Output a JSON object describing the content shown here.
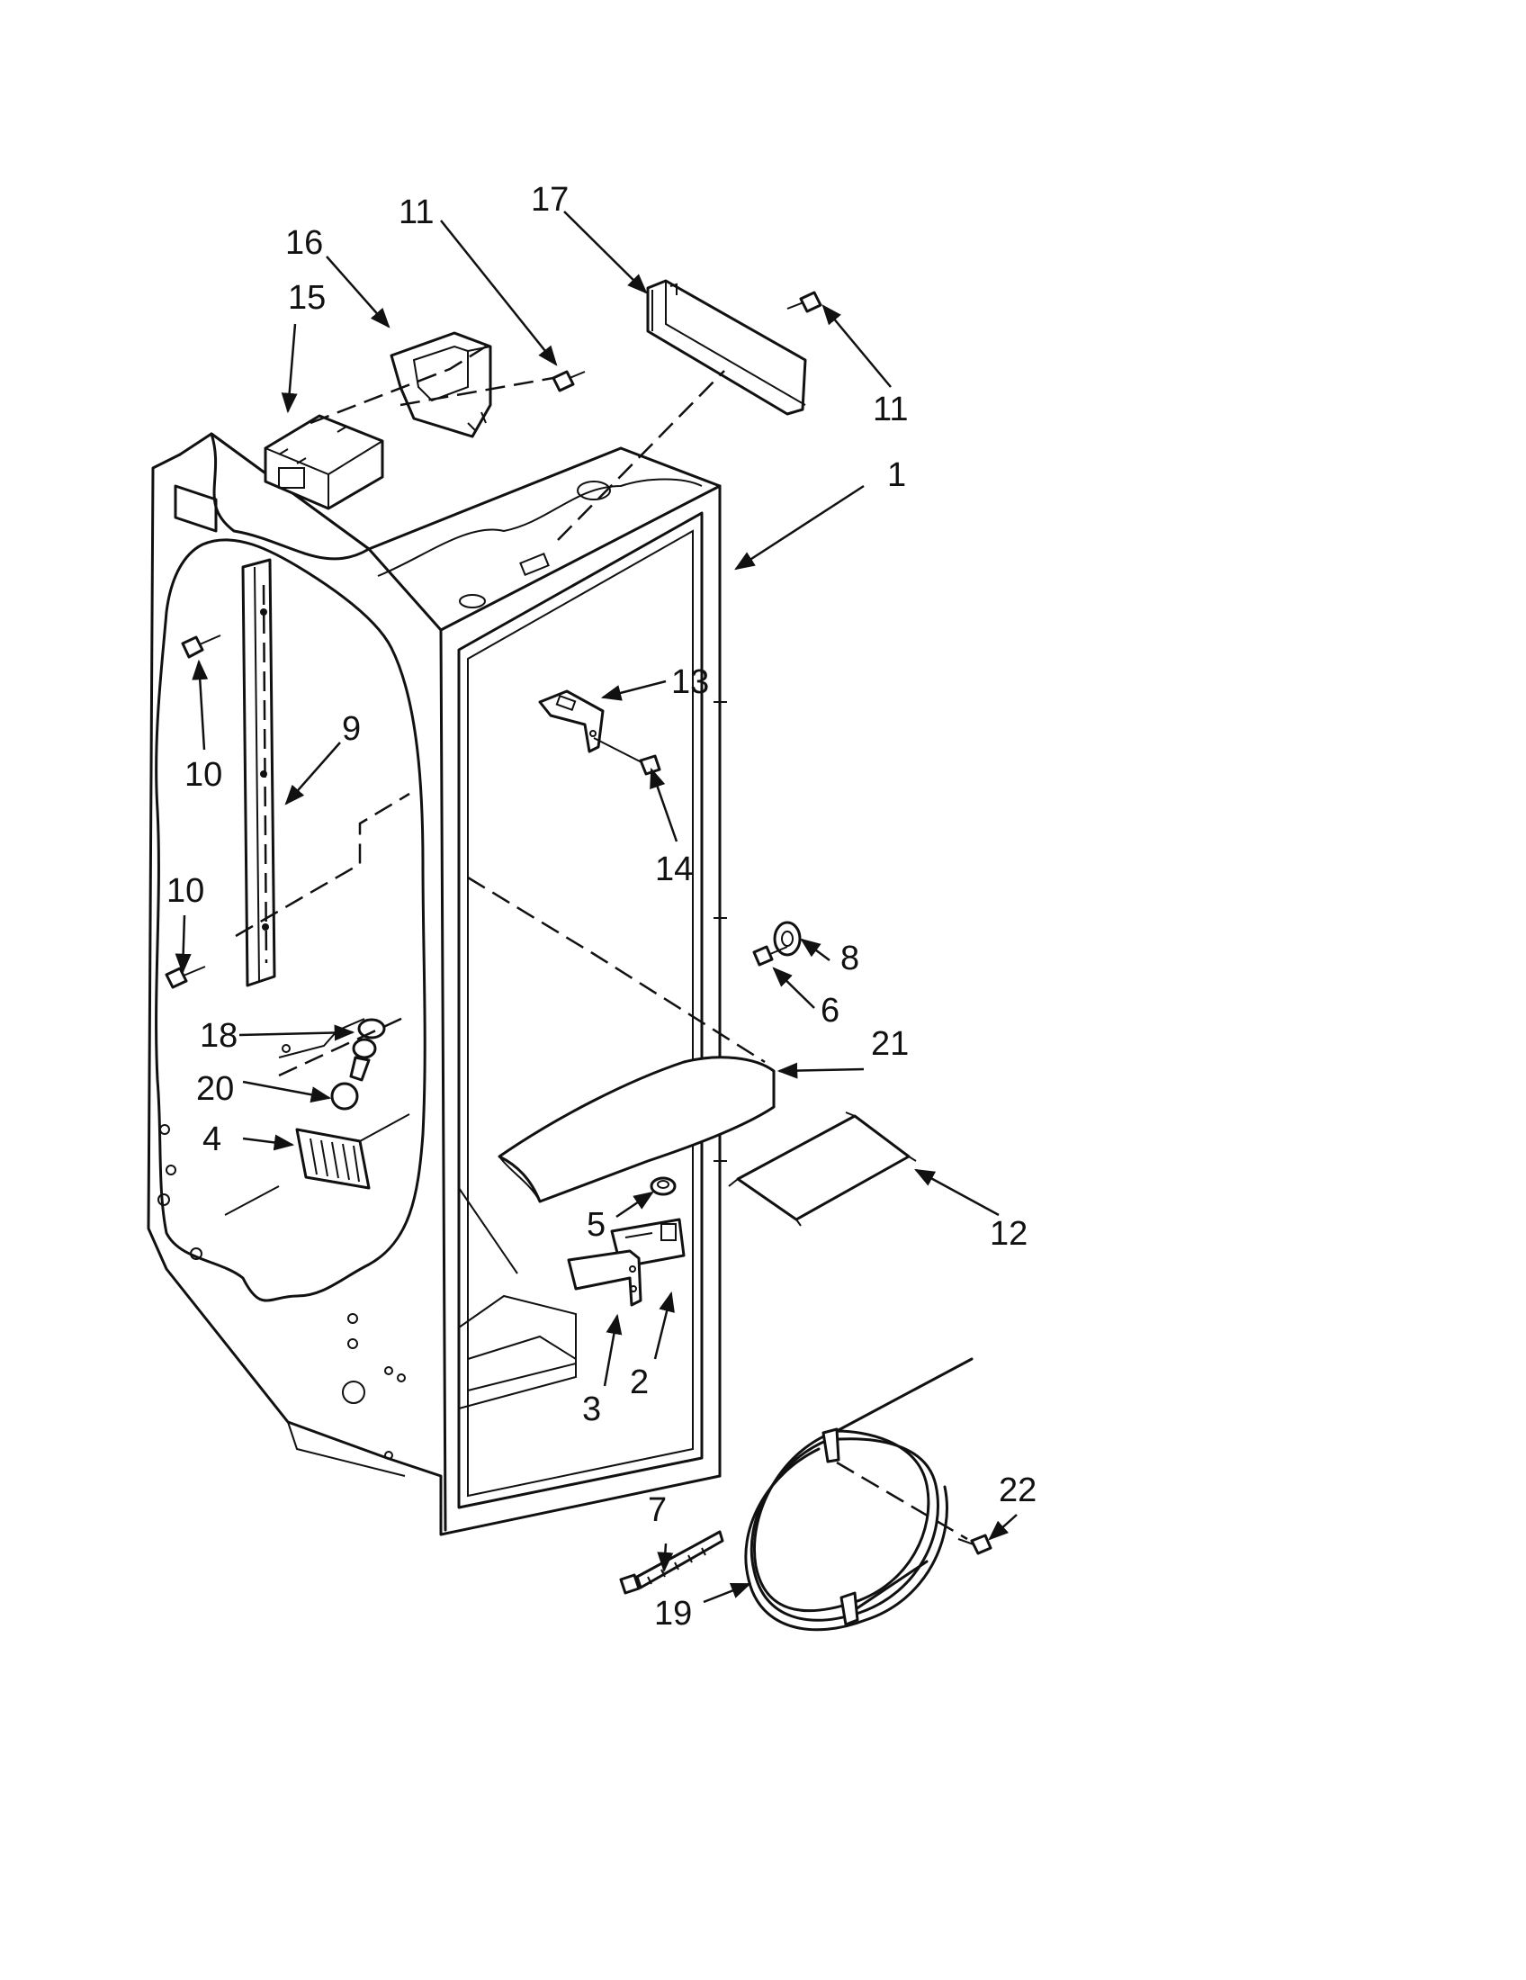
{
  "callouts": {
    "c1": "1",
    "c2": "2",
    "c3": "3",
    "c4": "4",
    "c5": "5",
    "c6": "6",
    "c7": "7",
    "c8": "8",
    "c9": "9",
    "c10a": "10",
    "c10b": "10",
    "c11a": "11",
    "c11b": "11",
    "c12": "12",
    "c13": "13",
    "c14": "14",
    "c15": "15",
    "c16": "16",
    "c17": "17",
    "c18": "18",
    "c19": "19",
    "c20": "20",
    "c21": "21",
    "c22": "22"
  },
  "colors": {
    "ink": "#111111",
    "paper": "#ffffff"
  }
}
